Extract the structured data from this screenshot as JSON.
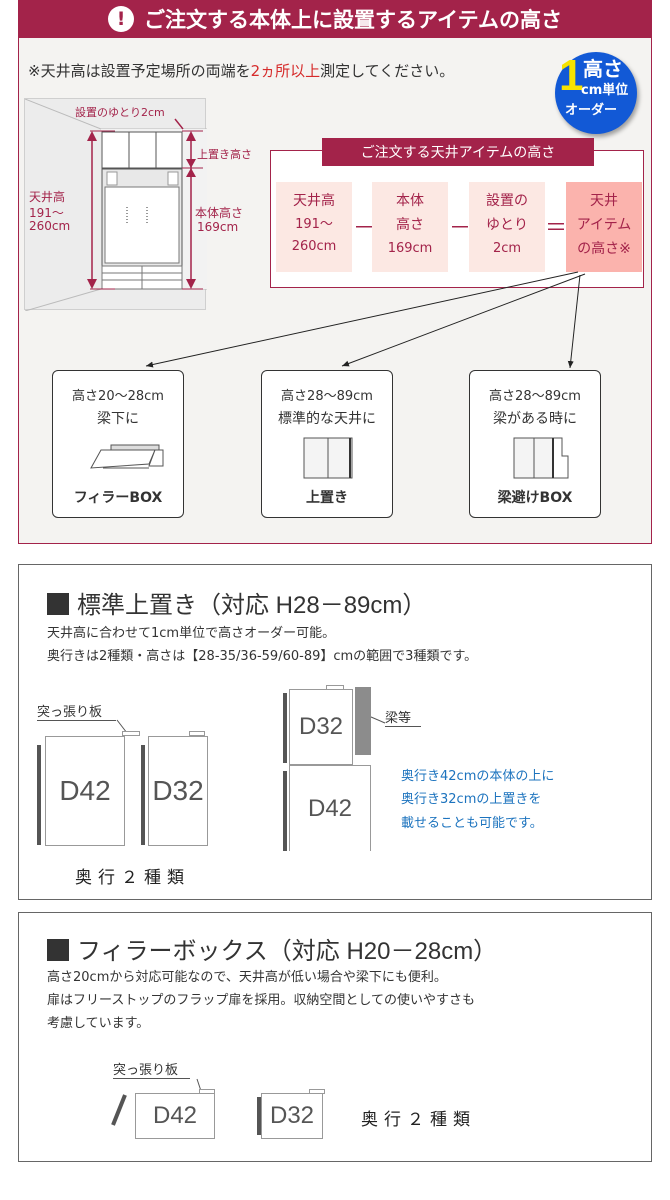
{
  "section1": {
    "header_icon": "!",
    "header_title": "ご注文する本体上に設置するアイテムの高さ",
    "note_prefix": "※天井高は設置予定場所の両端を",
    "note_emphasis": "2ヵ所以上",
    "note_suffix": "測定してください。",
    "badge": {
      "num": "1",
      "line1": "高さ",
      "line2": "cm単位",
      "line3": "オーダー"
    },
    "diagram": {
      "clearance": "設置のゆとり2cm",
      "top_height": "上置き高さ",
      "ceiling_label": "天井高",
      "ceiling_range_1": "191～",
      "ceiling_range_2": "260cm",
      "body_label": "本体高さ",
      "body_value": "169cm"
    },
    "formula": {
      "title": "ご注文する天井アイテムの高さ",
      "boxes": [
        {
          "l1": "天井高",
          "l2": "191～",
          "l3": "260cm"
        },
        {
          "l1": "本体",
          "l2": "高さ",
          "l3": "169cm"
        },
        {
          "l1": "設置の",
          "l2": "ゆとり",
          "l3": "2cm"
        },
        {
          "l1": "天井",
          "l2": "アイテム",
          "l3": "の高さ※"
        }
      ],
      "ops": [
        "－",
        "－",
        "＝"
      ]
    },
    "cards": [
      {
        "range": "高さ20～28cm",
        "use": "梁下に",
        "name": "フィラーBOX"
      },
      {
        "range": "高さ28～89cm",
        "use": "標準的な天井に",
        "name": "上置き"
      },
      {
        "range": "高さ28～89cm",
        "use": "梁がある時に",
        "name": "梁避けBOX"
      }
    ]
  },
  "section2": {
    "title": "標準上置き（対応 H28－89cm）",
    "body_line1": "天井高に合わせて1cm単位で高さオーダー可能。",
    "body_line2": "奥行きは2種類・高さは【28-35/36-59/60-89】cmの範囲で3種類です。",
    "tension_plate": "突っ張り板",
    "beam": "梁等",
    "cab_d42": "D42",
    "cab_d32": "D32",
    "stack_top": "D32",
    "stack_bottom": "D42",
    "depth_types": "奥行２種類",
    "blue_line1": "奥行き42cmの本体の上に",
    "blue_line2": "奥行き32cmの上置きを",
    "blue_line3": "載せることも可能です。"
  },
  "section3": {
    "title": "フィラーボックス（対応 H20－28cm）",
    "body_line1": "高さ20cmから対応可能なので、天井高が低い場合や梁下にも便利。",
    "body_line2": "扉はフリーストップのフラップ扉を採用。収納空間としての使いやすさも",
    "body_line3": "考慮しています。",
    "tension_plate": "突っ張り板",
    "cab_d42": "D42",
    "cab_d32": "D32",
    "depth_types": "奥行２種類"
  },
  "colors": {
    "brand": "#a3234a",
    "badge_blue": "#1259d6",
    "badge_yellow": "#f7e300",
    "note_red": "#d62b2b",
    "formula_bg": "#fce8e3",
    "formula_highlight": "#fbb3ad",
    "info_blue": "#1c73be"
  }
}
